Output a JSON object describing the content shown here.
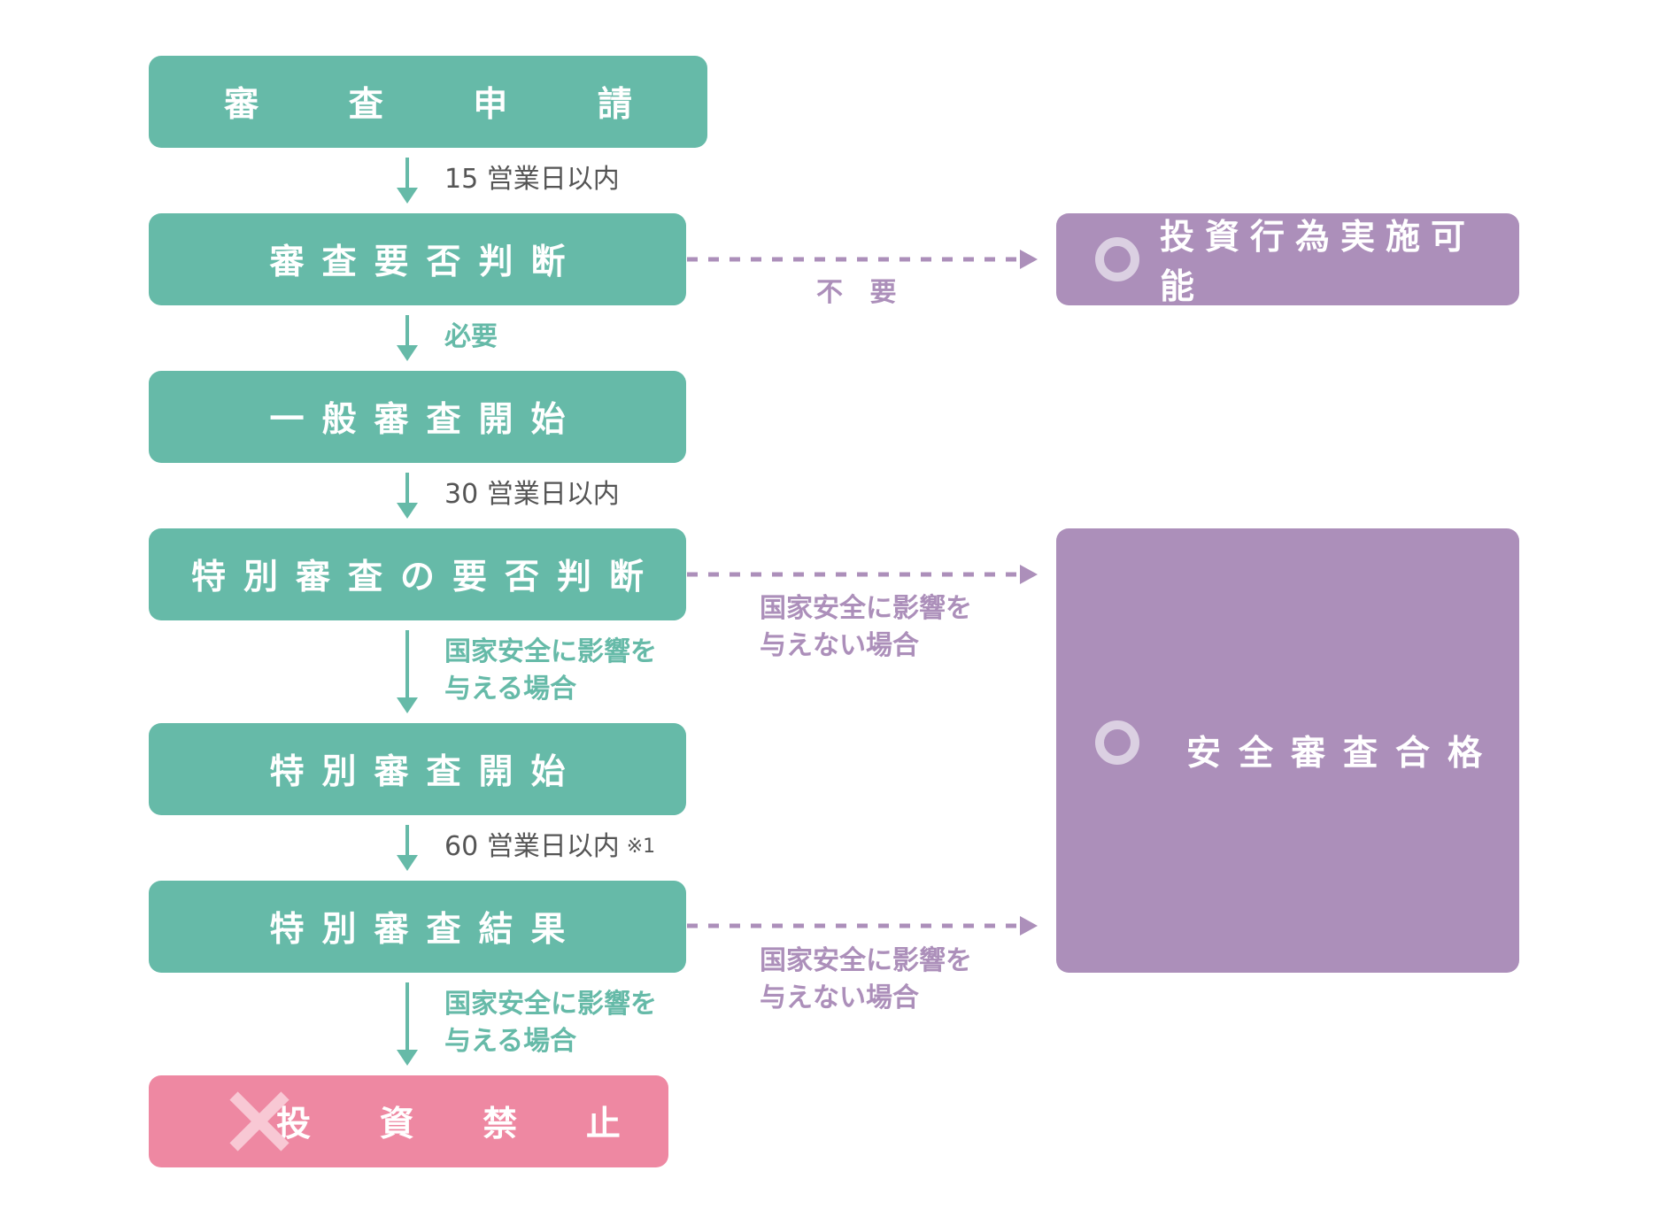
{
  "colors": {
    "green": "#66baa8",
    "purple": "#ac8fba",
    "pink": "#ee88a2",
    "ring": "#dbd0e2"
  },
  "steps": {
    "application": "審 査 申 請",
    "screening_decision": "審査要否判断",
    "general_review": "一般審査開始",
    "special_decision": "特別審査の要否判断",
    "special_review": "特別審査開始",
    "special_result": "特別審査結果",
    "prohibition": "投 資 禁 止"
  },
  "outcomes": {
    "investment_ok": "投資行為実施可能",
    "passed": "安全審査合格"
  },
  "edge_labels": {
    "days15": "15 営業日以内",
    "required": "必要",
    "days30": "30 営業日以内",
    "affects_line1": "国家安全に影響を",
    "affects_line2": "与える場合",
    "days60": "60 営業日以内",
    "note_mark": "※1",
    "not_required": "不 要",
    "no_affect_line1": "国家安全に影響を",
    "no_affect_line2": "与えない場合"
  },
  "icons": {
    "outcome_icon": "circle-ring-icon",
    "prohibit_icon": "cross-icon"
  }
}
